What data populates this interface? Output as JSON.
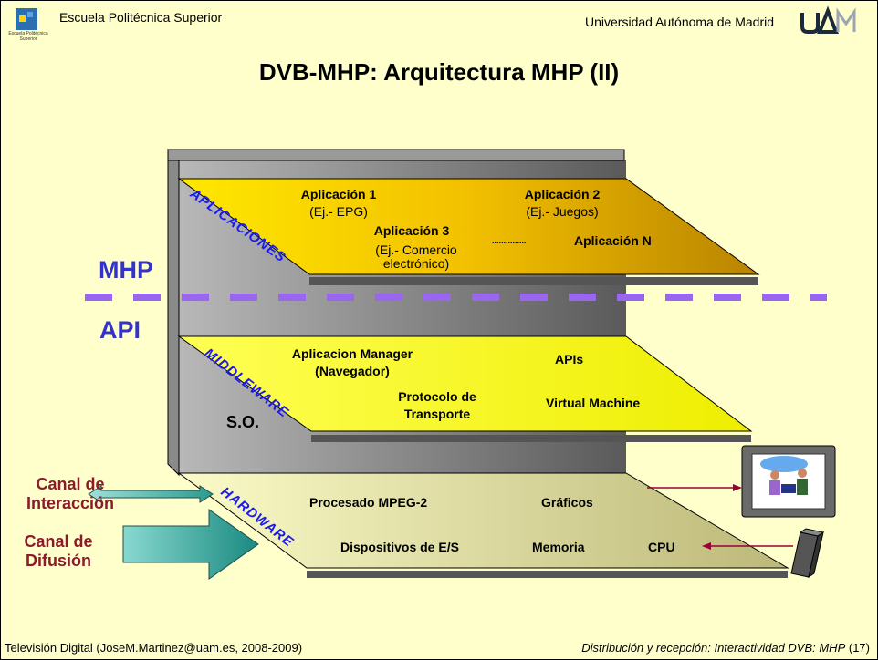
{
  "header": {
    "school": "Escuela Politécnica Superior",
    "university": "Universidad Autónoma de Madrid",
    "logo_text": "Escuela Politécnica Superior"
  },
  "title": "DVB-MHP: Arquitectura MHP (II)",
  "labels": {
    "mhp": "MHP",
    "api": "API",
    "so": "S.O."
  },
  "side": {
    "interaction_1": "Canal de",
    "interaction_2": "Interacción",
    "broadcast_1": "Canal de",
    "broadcast_2": "Difusión"
  },
  "layers": {
    "apps": {
      "name": "APLICACIONES",
      "app1": "Aplicación 1",
      "app1_ex": "(Ej.- EPG)",
      "app2": "Aplicación 2",
      "app2_ex": "(Ej.- Juegos)",
      "app3": "Aplicación 3",
      "app3_ex1": "(Ej.- Comercio",
      "app3_ex2": "electrónico)",
      "dots": "...............",
      "appN": "Aplicación N"
    },
    "middleware": {
      "name": "MIDDLEWARE",
      "manager1": "Aplicacion Manager",
      "manager2": "(Navegador)",
      "protocol1": "Protocolo de",
      "protocol2": "Transporte",
      "apis": "APIs",
      "vm": "Virtual Machine"
    },
    "hardware": {
      "name": "HARDWARE",
      "mpeg": "Procesado MPEG-2",
      "graphics": "Gráficos",
      "io": "Dispositivos de E/S",
      "memory": "Memoria",
      "cpu": "CPU"
    }
  },
  "footer": {
    "left": "Televisión Digital (JoseM.Martinez@uam.es, 2008-2009)",
    "right": "Distribución y recepción: Interactividad DVB: MHP",
    "page": "(17)"
  },
  "colors": {
    "dash": "#9966ee",
    "side_text": "#8b1a2b",
    "accent_text": "#3333cc",
    "arrow": "#2aa89a",
    "wire": "#990033"
  }
}
